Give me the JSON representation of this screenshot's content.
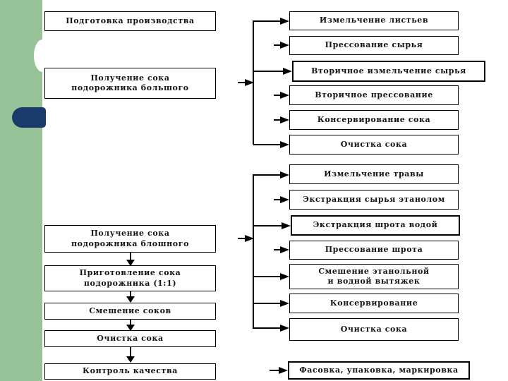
{
  "slide": {
    "background_color": "#ffffff",
    "sidebar_color": "#98c398",
    "accent_pill_color": "#1a3a6b",
    "box_border_color": "#000000",
    "text_color": "#141414"
  },
  "left_column": {
    "boxes": [
      {
        "label": "Подготовка производства"
      },
      {
        "label": "Получение сока\nподорожника большого"
      },
      {
        "label": "Получение сока\nподорожника блошного"
      },
      {
        "label": "Приготовление сока\nподорожника (1:1)"
      },
      {
        "label": "Смешение соков"
      },
      {
        "label": "Очистка сока"
      },
      {
        "label": "Контроль качества"
      }
    ]
  },
  "right_column": {
    "boxes": [
      {
        "label": "Измельчение листьев"
      },
      {
        "label": "Прессование сырья"
      },
      {
        "label": "Вторичное измельчение сырья"
      },
      {
        "label": "Вторичное прессование"
      },
      {
        "label": "Консервирование сока"
      },
      {
        "label": "Очистка сока"
      },
      {
        "label": "Измельчение травы"
      },
      {
        "label": "Экстракция сырья этанолом"
      },
      {
        "label": "Экстракция шрота водой"
      },
      {
        "label": "Прессование шрота"
      },
      {
        "label": "Смешение этанольной\nи водной вытяжек"
      },
      {
        "label": "Консервирование"
      },
      {
        "label": "Очистка сока"
      },
      {
        "label": "Фасовка, упаковка, маркировка"
      }
    ]
  }
}
